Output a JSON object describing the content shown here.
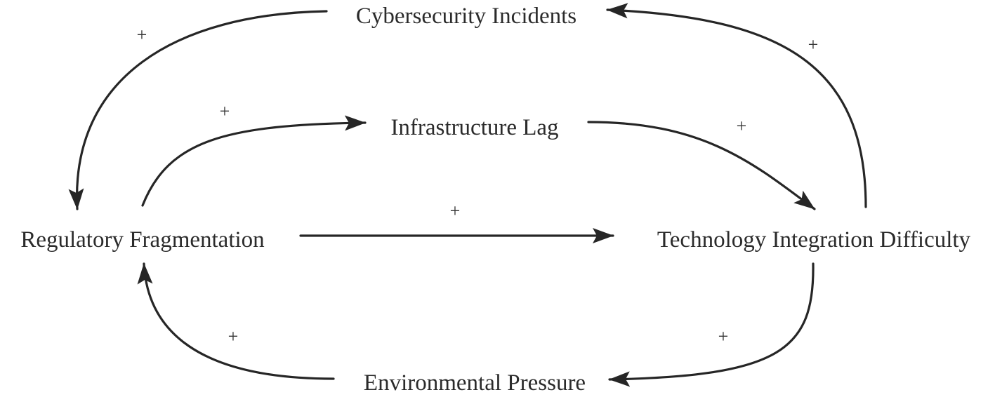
{
  "nodes": {
    "cybersecurity_incidents": "Cybersecurity Incidents",
    "infrastructure_lag": "Infrastructure Lag",
    "regulatory_fragmentation": "Regulatory Fragmentation",
    "technology_integration_difficulty": "Technology Integration Difficulty",
    "environmental_pressure": "Environmental Pressure"
  },
  "edges": [
    {
      "from": "Cybersecurity Incidents",
      "to": "Regulatory Fragmentation",
      "polarity": "+"
    },
    {
      "from": "Regulatory Fragmentation",
      "to": "Infrastructure Lag",
      "polarity": "+"
    },
    {
      "from": "Infrastructure Lag",
      "to": "Technology Integration Difficulty",
      "polarity": "+"
    },
    {
      "from": "Technology Integration Difficulty",
      "to": "Cybersecurity Incidents",
      "polarity": "+"
    },
    {
      "from": "Regulatory Fragmentation",
      "to": "Technology Integration Difficulty",
      "polarity": "+"
    },
    {
      "from": "Technology Integration Difficulty",
      "to": "Environmental Pressure",
      "polarity": "+"
    },
    {
      "from": "Environmental Pressure",
      "to": "Regulatory Fragmentation",
      "polarity": "+"
    }
  ],
  "colors": {
    "arrow": "#262626",
    "text": "#2b2b2b",
    "background": "#ffffff"
  }
}
